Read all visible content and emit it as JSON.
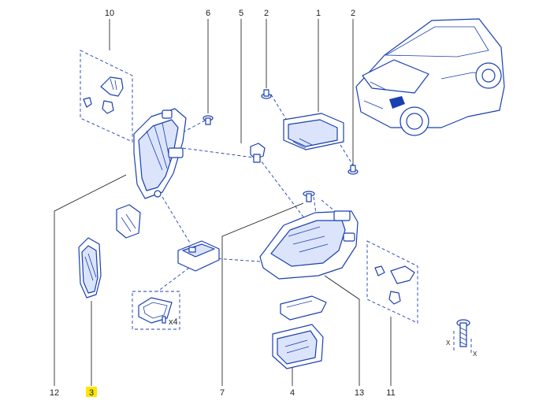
{
  "callouts": [
    {
      "id": "10",
      "label": "10"
    },
    {
      "id": "6",
      "label": "6"
    },
    {
      "id": "5",
      "label": "5"
    },
    {
      "id": "2a",
      "label": "2"
    },
    {
      "id": "1",
      "label": "1"
    },
    {
      "id": "2b",
      "label": "2"
    },
    {
      "id": "11",
      "label": "11"
    },
    {
      "id": "12",
      "label": "12"
    },
    {
      "id": "3",
      "label": "3",
      "highlighted": true
    },
    {
      "id": "7",
      "label": "7"
    },
    {
      "id": "4",
      "label": "4"
    },
    {
      "id": "13",
      "label": "13"
    }
  ],
  "screw_qty_label": "x4",
  "axis_labels": {
    "x1": "X",
    "x2": "X"
  },
  "colors": {
    "line_art": "#1a3fb0",
    "fill": "#dbe4fb",
    "highlight": "#ffe600",
    "text": "#222222"
  }
}
